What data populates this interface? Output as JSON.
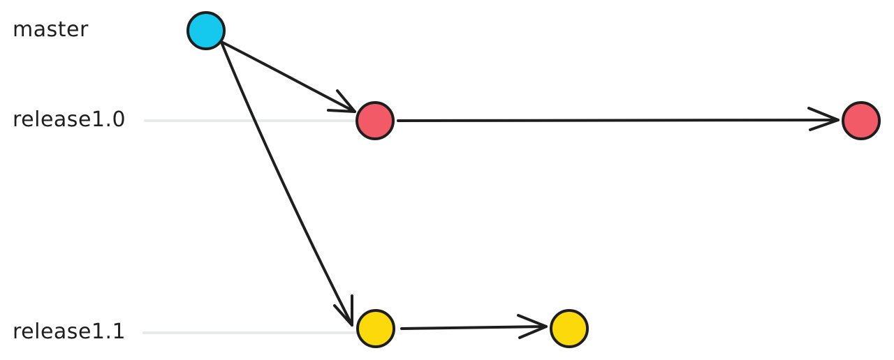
{
  "diagram": {
    "branches": [
      {
        "id": "master",
        "label": "master",
        "color": "#15c8ed"
      },
      {
        "id": "release10",
        "label": "release1.0",
        "color": "#f25a67"
      },
      {
        "id": "release11",
        "label": "release1.1",
        "color": "#fcd90a"
      }
    ],
    "commits": [
      {
        "id": "m1",
        "branch": "master"
      },
      {
        "id": "r10a",
        "branch": "release10"
      },
      {
        "id": "r10b",
        "branch": "release10"
      },
      {
        "id": "r11a",
        "branch": "release11"
      },
      {
        "id": "r11b",
        "branch": "release11"
      }
    ],
    "edges": [
      {
        "from": "m1",
        "to": "r10a"
      },
      {
        "from": "m1",
        "to": "r11a"
      },
      {
        "from": "r10a",
        "to": "r10b"
      },
      {
        "from": "r11a",
        "to": "r11b"
      }
    ],
    "colors": {
      "stroke": "#1e1e1e",
      "guide": "#e6e9ee",
      "text": "#1e1e1e"
    }
  }
}
